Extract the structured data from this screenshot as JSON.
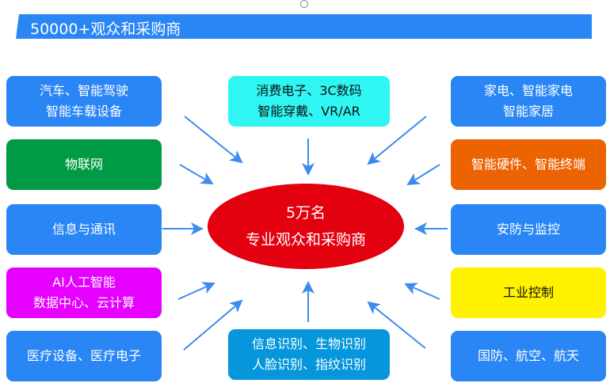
{
  "banner": {
    "title": "50000+观众和采购商"
  },
  "center": {
    "line1": "5万名",
    "line2": "专业观众和采购商"
  },
  "boxes": {
    "auto": {
      "line1": "汽车、智能驾驶",
      "line2": "智能车载设备",
      "color": "#2a86f5"
    },
    "iot": {
      "line1": "物联网",
      "color": "#009a44"
    },
    "telecom": {
      "line1": "信息与通讯",
      "color": "#2a86f5"
    },
    "ai": {
      "line1": "AI人工智能",
      "line2": "数据中心、云计算",
      "color": "#e600ff"
    },
    "medical": {
      "line1": "医疗设备、医疗电子",
      "color": "#2a86f5"
    },
    "consumer": {
      "line1": "消费电子、3C数码",
      "line2": "智能穿戴、VR/AR",
      "color": "#2ff6f2"
    },
    "recognition": {
      "line1": "信息识别、生物识别",
      "line2": "人脸识别、指纹识别",
      "color": "#0596dc"
    },
    "appliance": {
      "line1": "家电、智能家电",
      "line2": "智能家居",
      "color": "#2a86f5"
    },
    "hardware": {
      "line1": "智能硬件、智能终端",
      "color": "#ec6302"
    },
    "security": {
      "line1": "安防与监控",
      "color": "#2a86f5"
    },
    "industrial": {
      "line1": "工业控制",
      "color": "#fff200"
    },
    "defense": {
      "line1": "国防、航空、航天",
      "color": "#2a86f5"
    }
  },
  "arrow_color": "#3c8cf0"
}
